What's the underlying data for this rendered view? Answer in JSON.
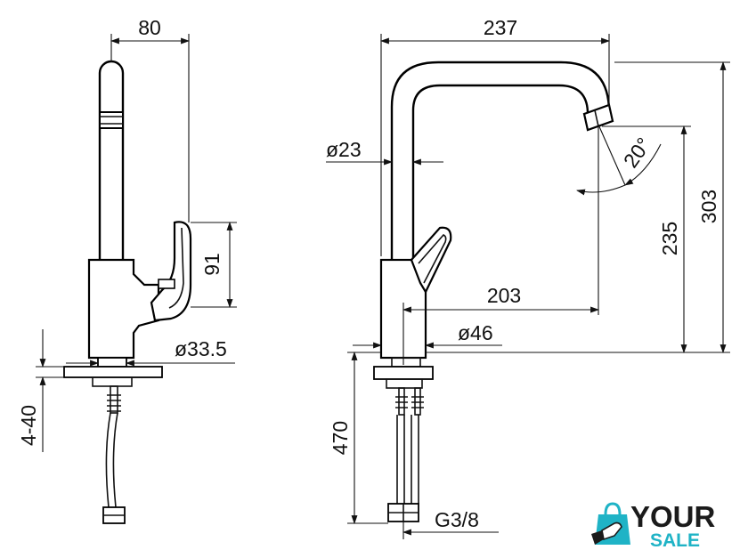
{
  "dimensions": {
    "side_width": "80",
    "handle_height": "91",
    "base_diameter": "ø33.5",
    "mount_thickness": "4-40",
    "total_reach": "237",
    "spout_diameter": "ø23",
    "swivel_angle": "20°",
    "spout_height": "235",
    "total_height": "303",
    "spout_reach": "203",
    "body_diameter": "ø46",
    "hose_length": "470",
    "connection_thread": "G3/8"
  },
  "logo": {
    "word_top": "YOUR",
    "word_bottom": "SALE",
    "accent_color": "#1fb3c6",
    "icon": "shopping-bag-hand-icon"
  }
}
